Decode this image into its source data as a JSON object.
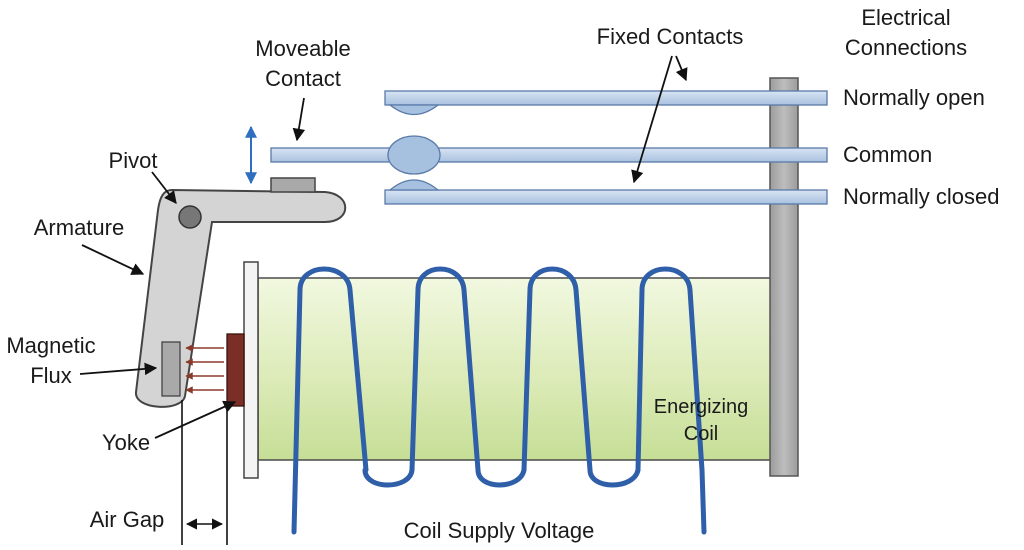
{
  "labels": {
    "electrical_connections_line1": "Electrical",
    "electrical_connections_line2": "Connections",
    "fixed_contacts": "Fixed Contacts",
    "moveable_contact_line1": "Moveable",
    "moveable_contact_line2": "Contact",
    "normally_open": "Normally open",
    "common": "Common",
    "normally_closed": "Normally closed",
    "pivot": "Pivot",
    "armature": "Armature",
    "magnetic_flux_line1": "Magnetic",
    "magnetic_flux_line2": "Flux",
    "yoke": "Yoke",
    "air_gap": "Air Gap",
    "energizing_coil_line1": "Energizing",
    "energizing_coil_line2": "Coil",
    "coil_supply_voltage": "Coil Supply Voltage"
  },
  "colors": {
    "contact_blade_fill": "#b9cde6",
    "contact_blade_stroke": "#5a7aa8",
    "contact_point": "#a6c0e0",
    "terminal_post": "#a9a9a9",
    "armature_fill": "#d4d4d4",
    "core_fill_light": "#eef6d8",
    "core_fill_dark": "#c9e09a",
    "coil_wire": "#2f5fa8",
    "yoke_fill": "#7a2e26",
    "flux_arrow": "#8a3a2a",
    "motion_arrow": "#2f6fc0"
  }
}
